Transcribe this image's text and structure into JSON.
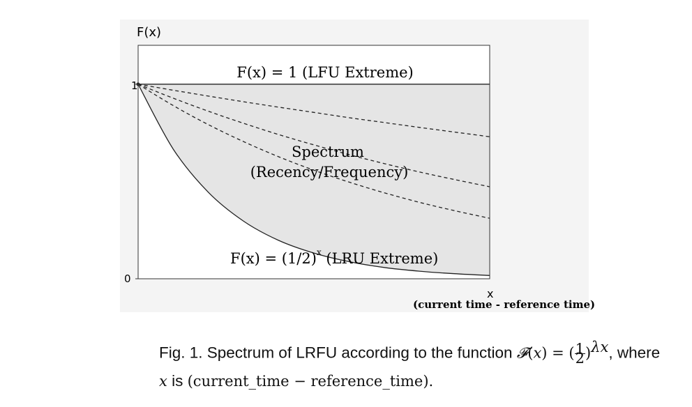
{
  "chart_data": {
    "type": "area",
    "ylabel": "F(x)",
    "xlabel": "x",
    "xlabel_sub": "(current time - reference time)",
    "y_ticks": [
      "1",
      "0"
    ],
    "ylim": [
      0,
      1.2
    ],
    "xlim": [
      0,
      1
    ],
    "x": [
      0,
      0.1,
      0.2,
      0.3,
      0.4,
      0.5,
      0.6,
      0.7,
      0.8,
      0.9,
      1.0
    ],
    "series": [
      {
        "name": "F(x) = 1 (LFU Extreme)",
        "style": "solid",
        "values": [
          1,
          1,
          1,
          1,
          1,
          1,
          1,
          1,
          1,
          1,
          1
        ]
      },
      {
        "style": "dashed",
        "values": [
          1.0,
          0.969,
          0.939,
          0.91,
          0.882,
          0.855,
          0.828,
          0.803,
          0.778,
          0.754,
          0.73
        ]
      },
      {
        "style": "dashed",
        "values": [
          1.0,
          0.928,
          0.861,
          0.799,
          0.741,
          0.688,
          0.638,
          0.592,
          0.549,
          0.51,
          0.473
        ]
      },
      {
        "style": "dashed",
        "values": [
          1.0,
          0.89,
          0.792,
          0.705,
          0.627,
          0.558,
          0.497,
          0.442,
          0.393,
          0.35,
          0.311
        ]
      },
      {
        "name": "F(x) = (1/2)x (LRU Extreme)",
        "style": "solid",
        "values": [
          1.0,
          0.666,
          0.444,
          0.296,
          0.197,
          0.132,
          0.088,
          0.058,
          0.039,
          0.026,
          0.017
        ]
      }
    ],
    "annotations": {
      "top": "F(x)  =  1  (LFU Extreme)",
      "middle_line1": "Spectrum",
      "middle_line2": "(Recency/Frequency)",
      "bottom_pre": "F(x)  =  (1/2)",
      "bottom_sup": "x",
      "bottom_post": " (LRU Extreme)"
    },
    "colors": {
      "fill": "#e5e5e5",
      "line": "#222222",
      "panel": "#f4f4f4"
    }
  },
  "caption": {
    "part1": "Fig. 1. Spectrum of LRFU according to the function ",
    "F": "𝓕",
    "x_var": "x",
    "eq_left": "(",
    "eq_mid": ") = (",
    "frac_num": "1",
    "frac_den": "2",
    "eq_right": ")",
    "exp": "λx",
    "part2": ", where",
    "line2_x": "x",
    "line2_is": " is ",
    "line2_expr": "(current_time − reference_time)."
  }
}
